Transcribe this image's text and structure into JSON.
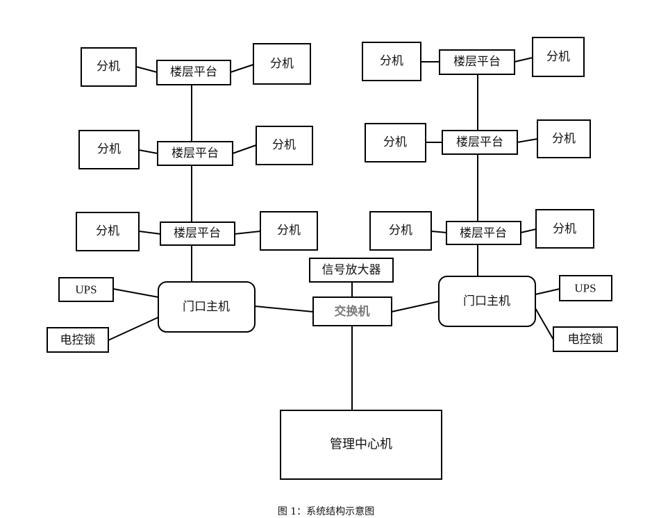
{
  "diagram": {
    "nodes": {
      "ext": "分机",
      "floor_platform": "楼层平台",
      "door_host": "门口主机",
      "ups": "UPS",
      "elock": "电控锁",
      "switch": "交换机",
      "amplifier": "信号放大器",
      "center": "管理中心机"
    },
    "caption": "图 1：系统结构示意图"
  }
}
